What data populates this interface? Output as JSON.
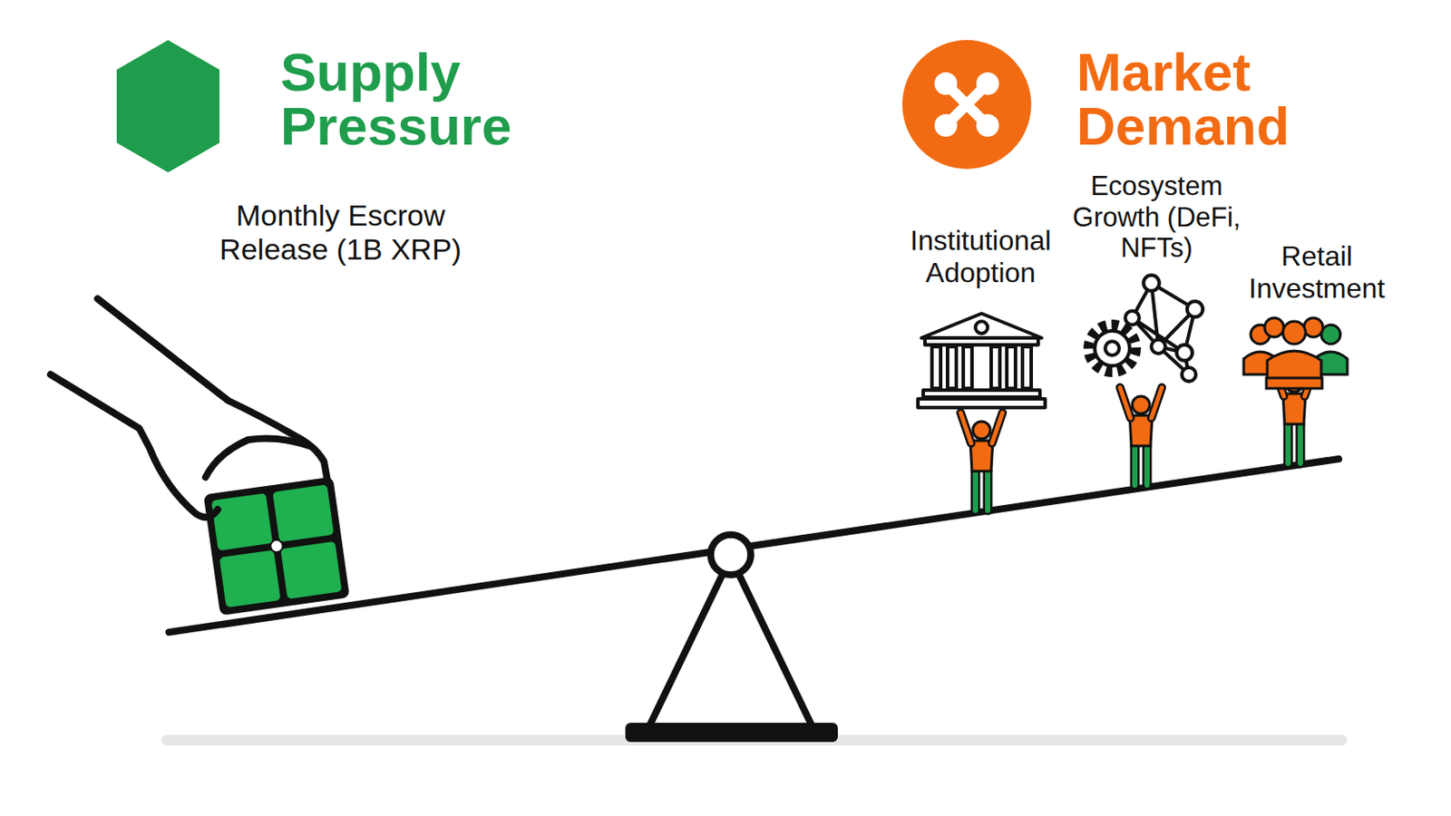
{
  "diagram": {
    "labels": [
      "Supply Pressure",
      "Market Demand",
      "Monthly Escrow Release (1B XRP)",
      "Institutional Adoption",
      "Ecosystem Growth (DeFi, NFTs)",
      "Retail Investment"
    ]
  }
}
